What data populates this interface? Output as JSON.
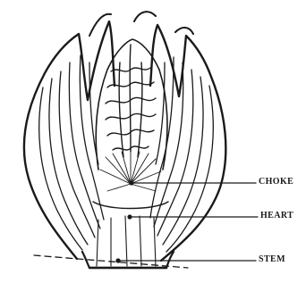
{
  "diagram": {
    "subject": "artichoke cross-section",
    "ink_color": "#1a1a1a",
    "labels": {
      "choke": "CHOKE",
      "heart": "HEART",
      "stem": "STEM"
    }
  }
}
